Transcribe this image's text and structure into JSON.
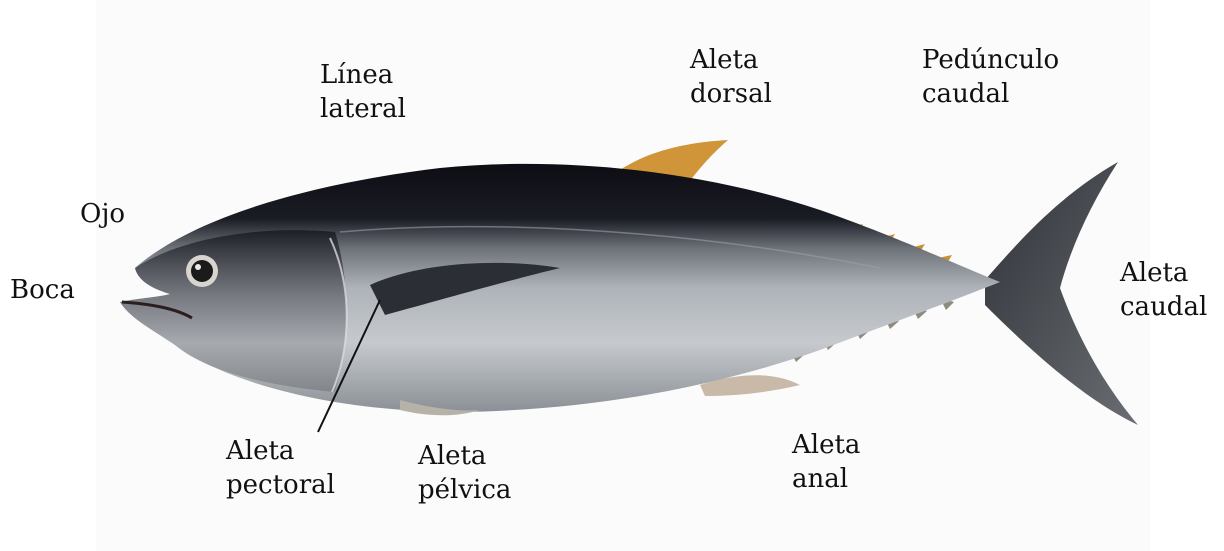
{
  "labels": {
    "linea_lateral": [
      "Línea",
      "lateral"
    ],
    "aleta_dorsal": [
      "Aleta",
      "dorsal"
    ],
    "pedunculo_caudal": [
      "Pedúnculo",
      "caudal"
    ],
    "ojo": [
      "Ojo"
    ],
    "boca": [
      "Boca"
    ],
    "aleta_caudal": [
      "Aleta",
      "caudal"
    ],
    "aleta_pectoral": [
      "Aleta",
      "pectoral"
    ],
    "aleta_pelvica": [
      "Aleta",
      "pélvica"
    ],
    "aleta_anal": [
      "Aleta",
      "anal"
    ]
  },
  "colors": {
    "back": "#101018",
    "silver": "#b7bcc2",
    "belly": "#d9dde0",
    "fin_yellow": "#d69a2c",
    "fin_dark": "#3a3d44"
  }
}
